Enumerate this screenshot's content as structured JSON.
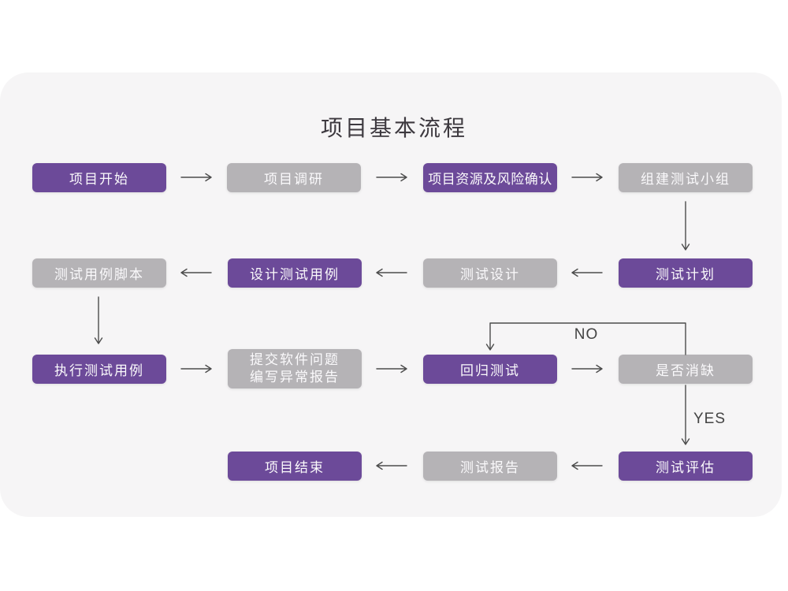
{
  "title": "项目基本流程",
  "colors": {
    "page_bg": "#ffffff",
    "card_bg": "#f6f5f6",
    "primary": "#6c4a99",
    "secondary": "#b5b3b6",
    "node_text": "#fbfafc",
    "title_color": "#3d393f",
    "arrow": "#4c4c4c",
    "edge_label": "#434343"
  },
  "nodes": {
    "start": {
      "label": "项目开始"
    },
    "research": {
      "label": "项目调研"
    },
    "risk": {
      "label": "项目资源及风险确认"
    },
    "team": {
      "label": "组建测试小组"
    },
    "plan": {
      "label": "测试计划"
    },
    "design": {
      "label": "测试设计"
    },
    "cases": {
      "label": "设计测试用例"
    },
    "scripts": {
      "label": "测试用例脚本"
    },
    "execute": {
      "label": "执行测试用例"
    },
    "report_issue": {
      "line1": "提交软件问题",
      "line2": "编写异常报告"
    },
    "regression": {
      "label": "回归测试"
    },
    "defect_check": {
      "label": "是否消缺"
    },
    "evaluate": {
      "label": "测试评估"
    },
    "test_report": {
      "label": "测试报告"
    },
    "end": {
      "label": "项目结束"
    }
  },
  "edges": {
    "no_label": "NO",
    "yes_label": "YES"
  }
}
